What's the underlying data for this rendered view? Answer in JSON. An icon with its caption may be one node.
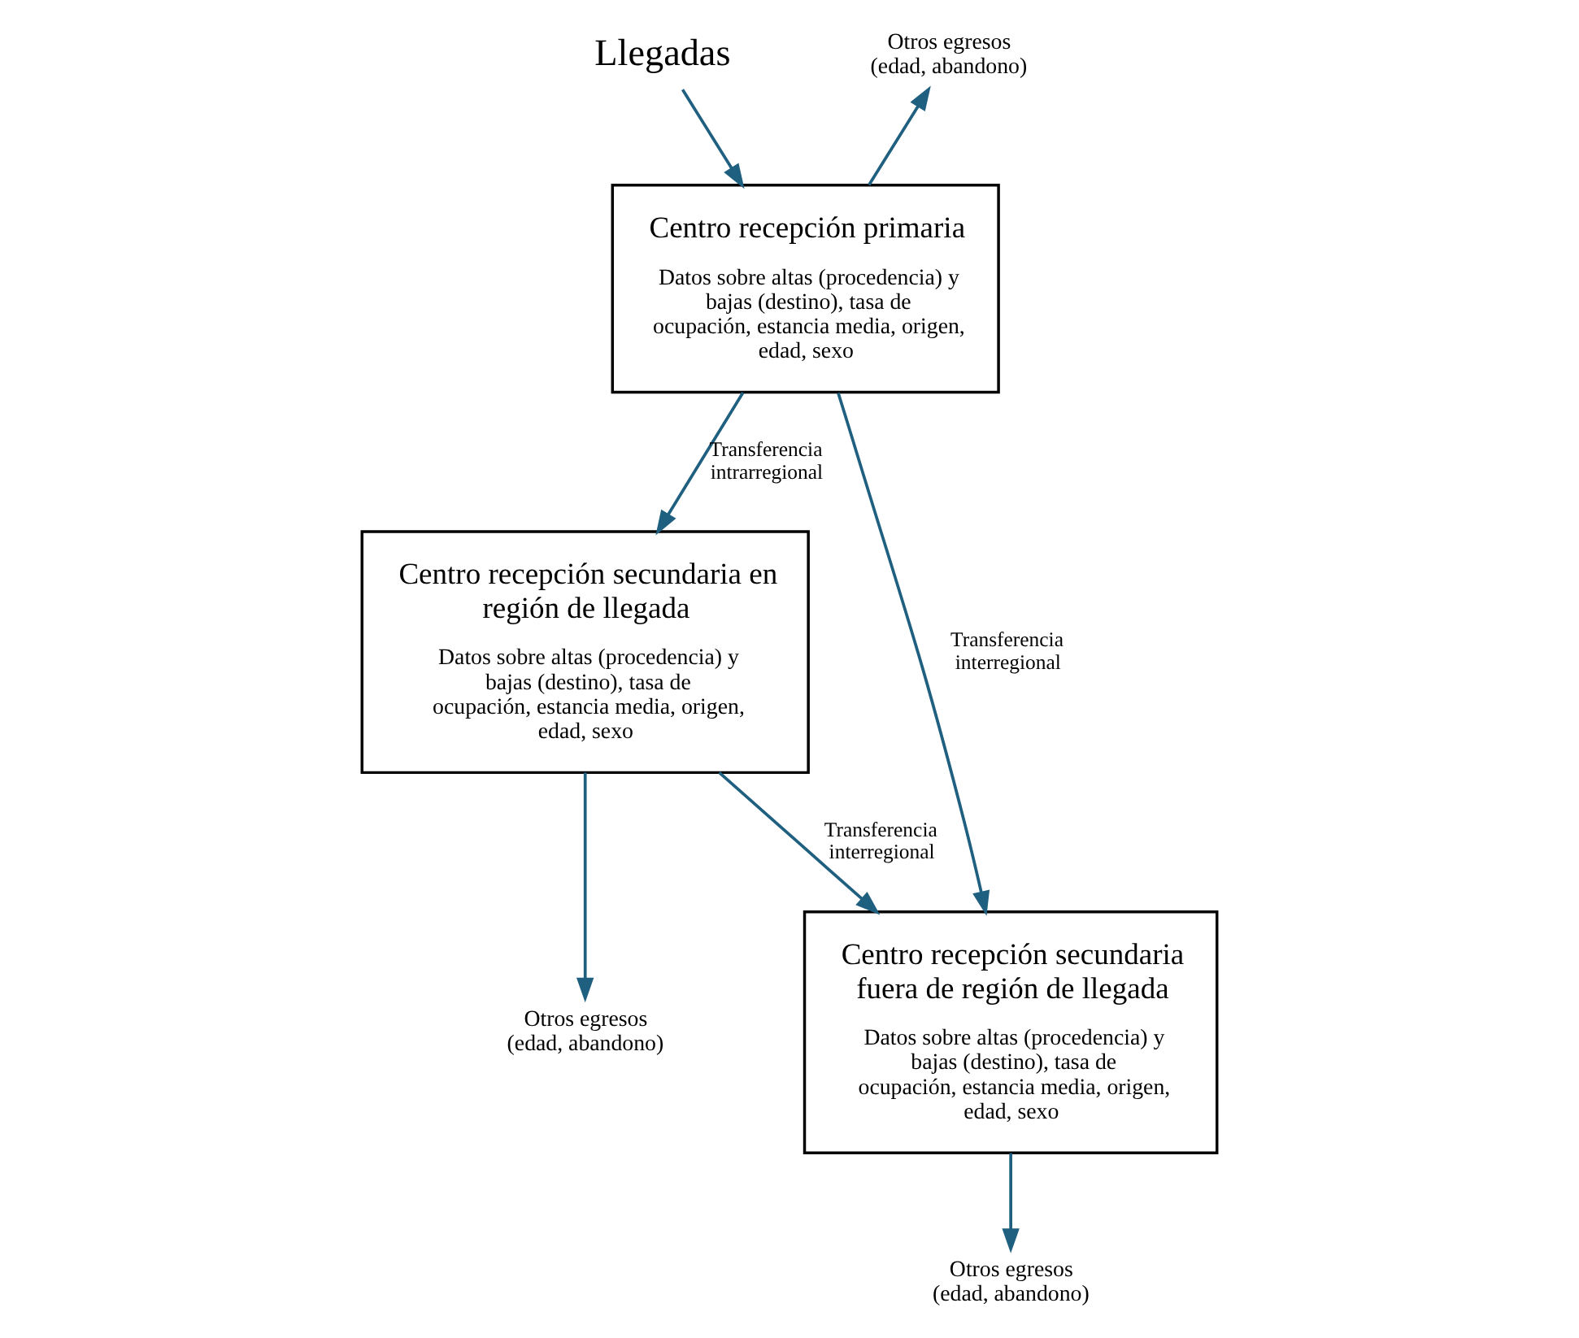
{
  "diagram": {
    "nodes": [
      {
        "text": [
          "Llegadas"
        ]
      },
      {
        "text": [
          "Centro recepción primaria",
          "Datos sobre altas (procedencia) y bajas (destino), tasa de ocupación, estancia media, origen, edad, sexo"
        ]
      },
      {
        "text": [
          "Otros egresos (edad, abandono)"
        ]
      },
      {
        "text": [
          "Centro recepción secundaria en región de llegada",
          "Datos sobre altas (procedencia) y bajas (destino), tasa de ocupación, estancia media, origen, edad, sexo"
        ]
      },
      {
        "text": [
          "Centro recepción secundaria fuera de región de llegada",
          "Datos sobre altas (procedencia) y bajas (destino), tasa de ocupación, estancia media, origen, edad, sexo"
        ]
      },
      {
        "text": [
          "Otros egresos (edad, abandono)"
        ]
      },
      {
        "text": [
          "Otros egresos (edad, abandono)"
        ]
      }
    ],
    "edges": [
      {
        "from": 0,
        "to": 1,
        "arrow": "to"
      },
      {
        "from": 1,
        "to": 2,
        "arrow": "to"
      },
      {
        "from": 1,
        "to": 3,
        "arrow": "to",
        "label": "Transferencia intrarregional"
      },
      {
        "from": 1,
        "to": 4,
        "arrow": "to",
        "label": "Transferencia interregional"
      },
      {
        "from": 3,
        "to": 4,
        "arrow": "to",
        "label": "Transferencia interregional"
      },
      {
        "from": 3,
        "to": 5,
        "arrow": "to"
      },
      {
        "from": 4,
        "to": 6,
        "arrow": "to"
      }
    ]
  }
}
